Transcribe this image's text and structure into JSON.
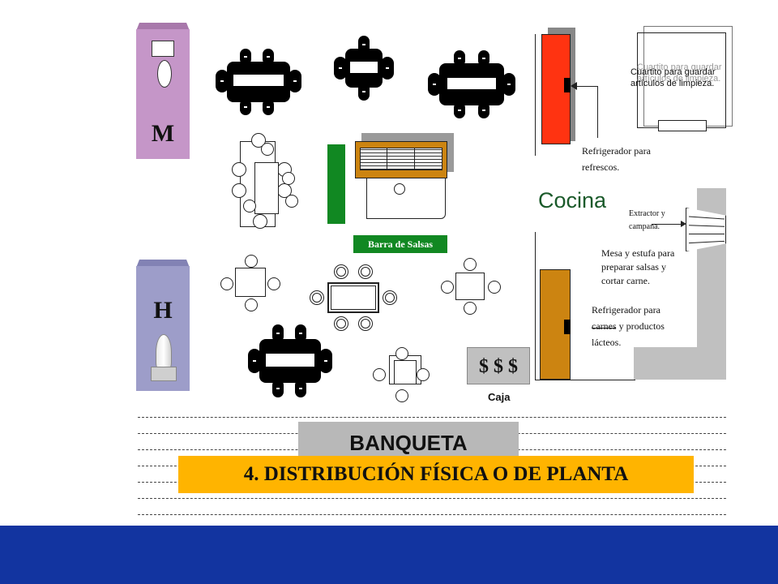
{
  "restrooms": {
    "women": {
      "letter": "M",
      "color": "#c596c8",
      "cap": "#a878ab"
    },
    "men": {
      "letter": "H",
      "color": "#9d9dc9",
      "cap": "#8282b4"
    }
  },
  "labels": {
    "cuartito": "Cuartito para guardar artículos de limpieza.",
    "refrigerador_refrescos": "Refrigerador para refrescos.",
    "cocina": "Cocina",
    "extractor": "Extractor y campana.",
    "mesa_estufa": "Mesa y estufa para preparar salsas y cortar carne.",
    "refrigerador_carnes": "Refrigerador para carnes y productos lácteos.",
    "barra_salsas": "Barra de Salsas",
    "caja_sign": "$ $ $",
    "caja": "Caja",
    "banqueta": "BANQUETA",
    "title": "4. DISTRIBUCIÓN FÍSICA O DE PLANTA"
  },
  "colors": {
    "fridge_red": "#ff3311",
    "fridge_brown": "#cc8411",
    "salsa_bar": "#cc8411",
    "green_bar": "#118822",
    "kitchen_wall": "#c0c0c0",
    "footer": "#1234a0",
    "title_bg": "#ffb400",
    "banqueta_bg": "#b8b8b8",
    "cocina_text": "#1a5a2a"
  }
}
